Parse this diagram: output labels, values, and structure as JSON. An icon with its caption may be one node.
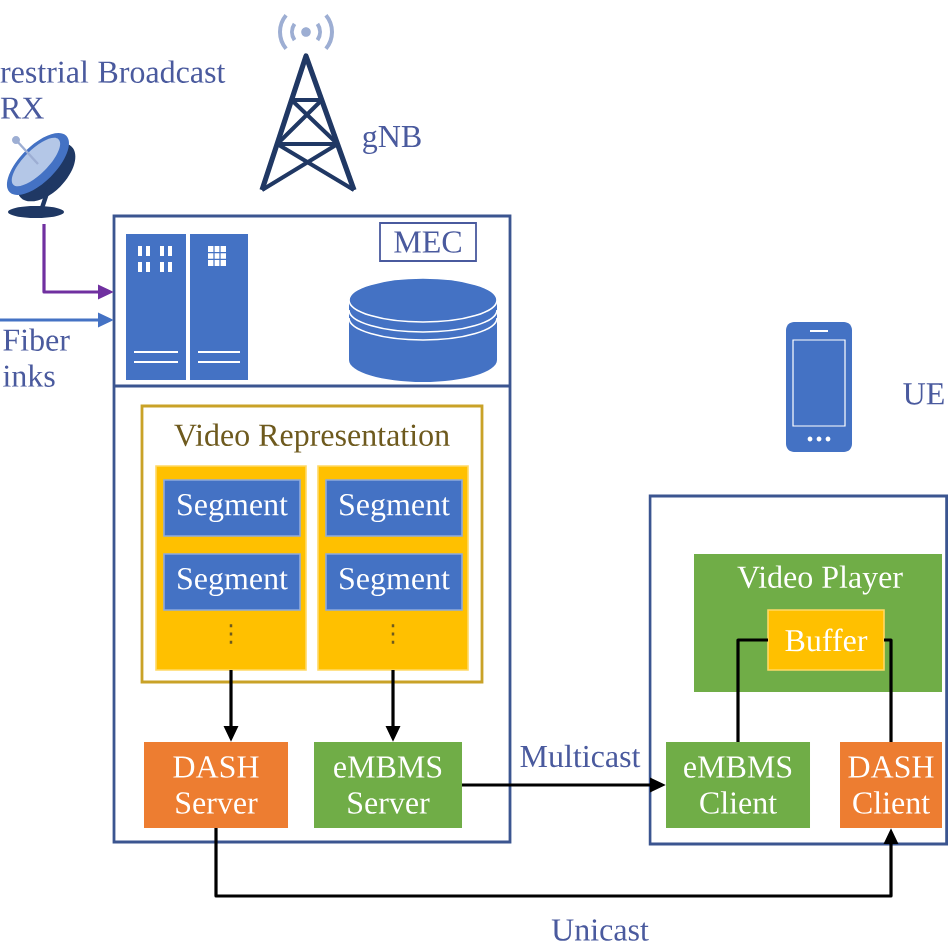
{
  "diagram": {
    "nodes": [
      {
        "text": [],
        "shape": "picture",
        "beside": [
          "restrial Broadcast RX"
        ]
      },
      {
        "text": [
          "MEC"
        ]
      },
      {
        "text": [
          "Video Representation"
        ],
        "in": 1
      },
      {
        "text": [
          "⋮"
        ],
        "in": 2
      },
      {
        "text": [
          "Segment"
        ],
        "in": 3
      },
      {
        "text": [
          "Segment"
        ],
        "in": 3
      },
      {
        "text": [
          "⋮"
        ],
        "in": 2
      },
      {
        "text": [
          "Segment"
        ],
        "in": 6
      },
      {
        "text": [
          "Segment"
        ],
        "in": 6
      },
      {
        "text": [
          "DASH Server"
        ],
        "in": 1
      },
      {
        "text": [
          "eMBMS Server"
        ],
        "in": 1
      },
      {
        "text": [],
        "shape": "box"
      },
      {
        "text": [
          "Video Player"
        ],
        "in": 11
      },
      {
        "text": [
          "Buffer"
        ],
        "in": 12
      },
      {
        "text": [
          "eMBMS Client"
        ],
        "in": 11
      },
      {
        "text": [
          "DASH Client"
        ],
        "in": 11
      }
    ],
    "edges": [
      {
        "from": 0,
        "to": 1,
        "arrow": "to",
        "color": "#7030a0"
      },
      {
        "from": null,
        "to": 1,
        "arrow": "to",
        "color": "#4472c4",
        "label": "Fiber inks"
      },
      {
        "from": 3,
        "to": 9,
        "arrow": "to"
      },
      {
        "from": 6,
        "to": 10,
        "arrow": "to"
      },
      {
        "from": 10,
        "to": 14,
        "arrow": "to",
        "label": "Multicast"
      },
      {
        "from": 9,
        "to": 15,
        "arrow": "to",
        "label": "Unicast"
      },
      {
        "from": 13,
        "to": 14,
        "arrow": "none"
      },
      {
        "from": 13,
        "to": 15,
        "arrow": "none"
      }
    ],
    "labels": [
      "gNB",
      "UE"
    ]
  }
}
